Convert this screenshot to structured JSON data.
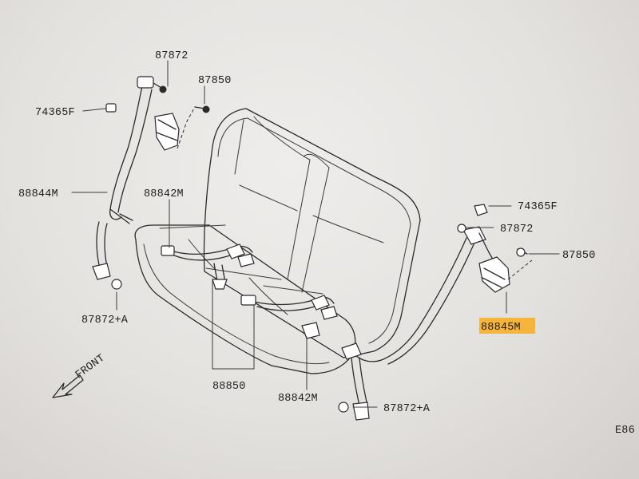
{
  "callouts": {
    "p87872_left": "87872",
    "p87850_left": "87850",
    "p74365f_left": "74365F",
    "p88844m": "88844M",
    "p88842m_top": "88842M",
    "p87872a_left": "87872+A",
    "p74365f_right": "74365F",
    "p87872_right": "87872",
    "p87850_right": "87850",
    "p88845m": "88845M",
    "p88850": "88850",
    "p88842m_bottom": "88842M",
    "p87872a_right": "87872+A",
    "front": "FRONT",
    "corner_code": "E86"
  },
  "colors": {
    "highlight": "#f7b43a",
    "line": "#2a2a2a"
  },
  "highlighted_callout": "88845M"
}
